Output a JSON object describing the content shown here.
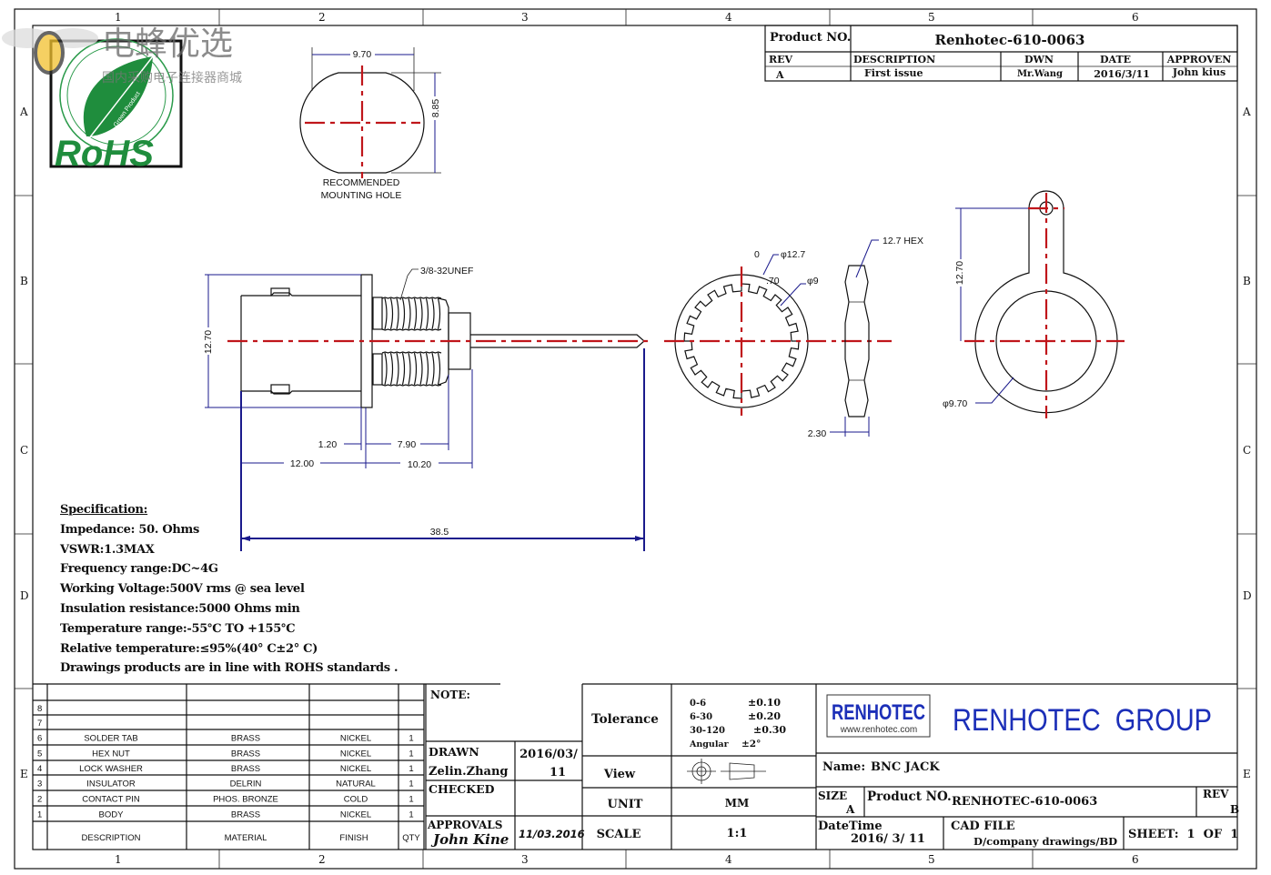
{
  "grid": {
    "columns": [
      "1",
      "2",
      "3",
      "4",
      "5",
      "6"
    ],
    "rows": [
      "A",
      "B",
      "C",
      "D",
      "E"
    ]
  },
  "watermark": {
    "brand": "电蜂优选",
    "tagline": "国内采购电子连接器商城",
    "rohs": "RoHS",
    "rohs_sub": "Green Product"
  },
  "revision_block": {
    "product_no_label": "Product NO.",
    "product_no": "Renhotec-610-0063",
    "headers": [
      "REV",
      "DESCRIPTION",
      "DWN",
      "DATE",
      "APPROVEN"
    ],
    "row": [
      "A",
      "First issue",
      "Mr.Wang",
      "2016/3/11",
      "John kius"
    ]
  },
  "mounting_hole": {
    "width_dim": "9.70",
    "height_dim": "8.85",
    "caption_line1": "RECOMMENDED",
    "caption_line2": "MOUNTING HOLE"
  },
  "side_view": {
    "thread": "3/8-32UNEF",
    "flange_height": "12.70",
    "flange_thickness": "1.20",
    "thread_length": "7.90",
    "body_length": "12.00",
    "rear_length": "10.20",
    "overall_length": "38.5"
  },
  "lock_washer": {
    "label_o": "0",
    "outer_dia": "φ12.7",
    "thickness": ".70",
    "inner_dia": "φ9"
  },
  "hex_nut": {
    "size": "12.7  HEX",
    "thickness": "2.30"
  },
  "solder_tab": {
    "height": "12.70",
    "inner_dia": "φ9.70"
  },
  "specification": {
    "title": "Specification:",
    "lines": [
      "Impedance: 50. Ohms",
      "VSWR:1.3MAX",
      "Frequency range:DC~4G",
      "Working Voltage:500V rms @ sea level",
      "Insulation resistance:5000 Ohms min",
      "Temperature range:-55℃ TO +155℃",
      "Relative temperature:≤95%(40° C±2° C)",
      "Drawings products are in line with ROHS standards ."
    ]
  },
  "bom": {
    "headers": [
      "DESCRIPTION",
      "MATERIAL",
      "FINISH",
      "QTY"
    ],
    "rows": [
      {
        "no": "",
        "desc": "",
        "material": "",
        "finish": "",
        "qty": ""
      },
      {
        "no": "8",
        "desc": "",
        "material": "",
        "finish": "",
        "qty": ""
      },
      {
        "no": "7",
        "desc": "",
        "material": "",
        "finish": "",
        "qty": ""
      },
      {
        "no": "6",
        "desc": "SOLDER TAB",
        "material": "BRASS",
        "finish": "NICKEL",
        "qty": "1"
      },
      {
        "no": "5",
        "desc": "HEX NUT",
        "material": "BRASS",
        "finish": "NICKEL",
        "qty": "1"
      },
      {
        "no": "4",
        "desc": "LOCK WASHER",
        "material": "BRASS",
        "finish": "NICKEL",
        "qty": "1"
      },
      {
        "no": "3",
        "desc": "INSULATOR",
        "material": "DELRIN",
        "finish": "NATURAL",
        "qty": "1"
      },
      {
        "no": "2",
        "desc": "CONTACT PIN",
        "material": "PHOS. BRONZE",
        "finish": "COLD",
        "qty": "1"
      },
      {
        "no": "1",
        "desc": "BODY",
        "material": "BRASS",
        "finish": "NICKEL",
        "qty": "1"
      }
    ]
  },
  "notes": {
    "note_label": "NOTE:",
    "drawn_label": "DRAWN",
    "drawn_by": "Zelin.Zhang",
    "drawn_date_1": "2016/03/",
    "drawn_date_2": "11",
    "checked_label": "CHECKED",
    "approvals_label": "APPROVALS",
    "approvals_sig": "John Kine",
    "approvals_date": "11/03.2016"
  },
  "tolerance": {
    "label": "Tolerance",
    "ranges": [
      {
        "range": "0-6",
        "tol": "±0.10"
      },
      {
        "range": "6-30",
        "tol": "±0.20"
      },
      {
        "range": "30-120",
        "tol": "±0.30"
      },
      {
        "range": "Angular",
        "tol": "±2°"
      }
    ],
    "view_label": "View",
    "unit_label": "UNIT",
    "unit": "MM",
    "scale_label": "SCALE",
    "scale": "1:1"
  },
  "company": {
    "logo": "RENHOTEC",
    "url": "www.renhotec.com",
    "name": "RENHOTEC  GROUP",
    "colors": {
      "blue": "#1c2fb8",
      "red": "#d42020"
    }
  },
  "title_block": {
    "name_label": "Name:",
    "name": "BNC JACK",
    "size_label": "SIZE",
    "size": "A",
    "product_no_label": "Product NO.",
    "product_no": "RENHOTEC-610-0063",
    "rev_label": "REV",
    "rev": "B",
    "datetime_label": "DateTime",
    "datetime": "2016/ 3/ 11",
    "cad_label": "CAD FILE",
    "cad_path": "D/company drawings/BD",
    "sheet": "SHEET:  1  OF  1"
  }
}
